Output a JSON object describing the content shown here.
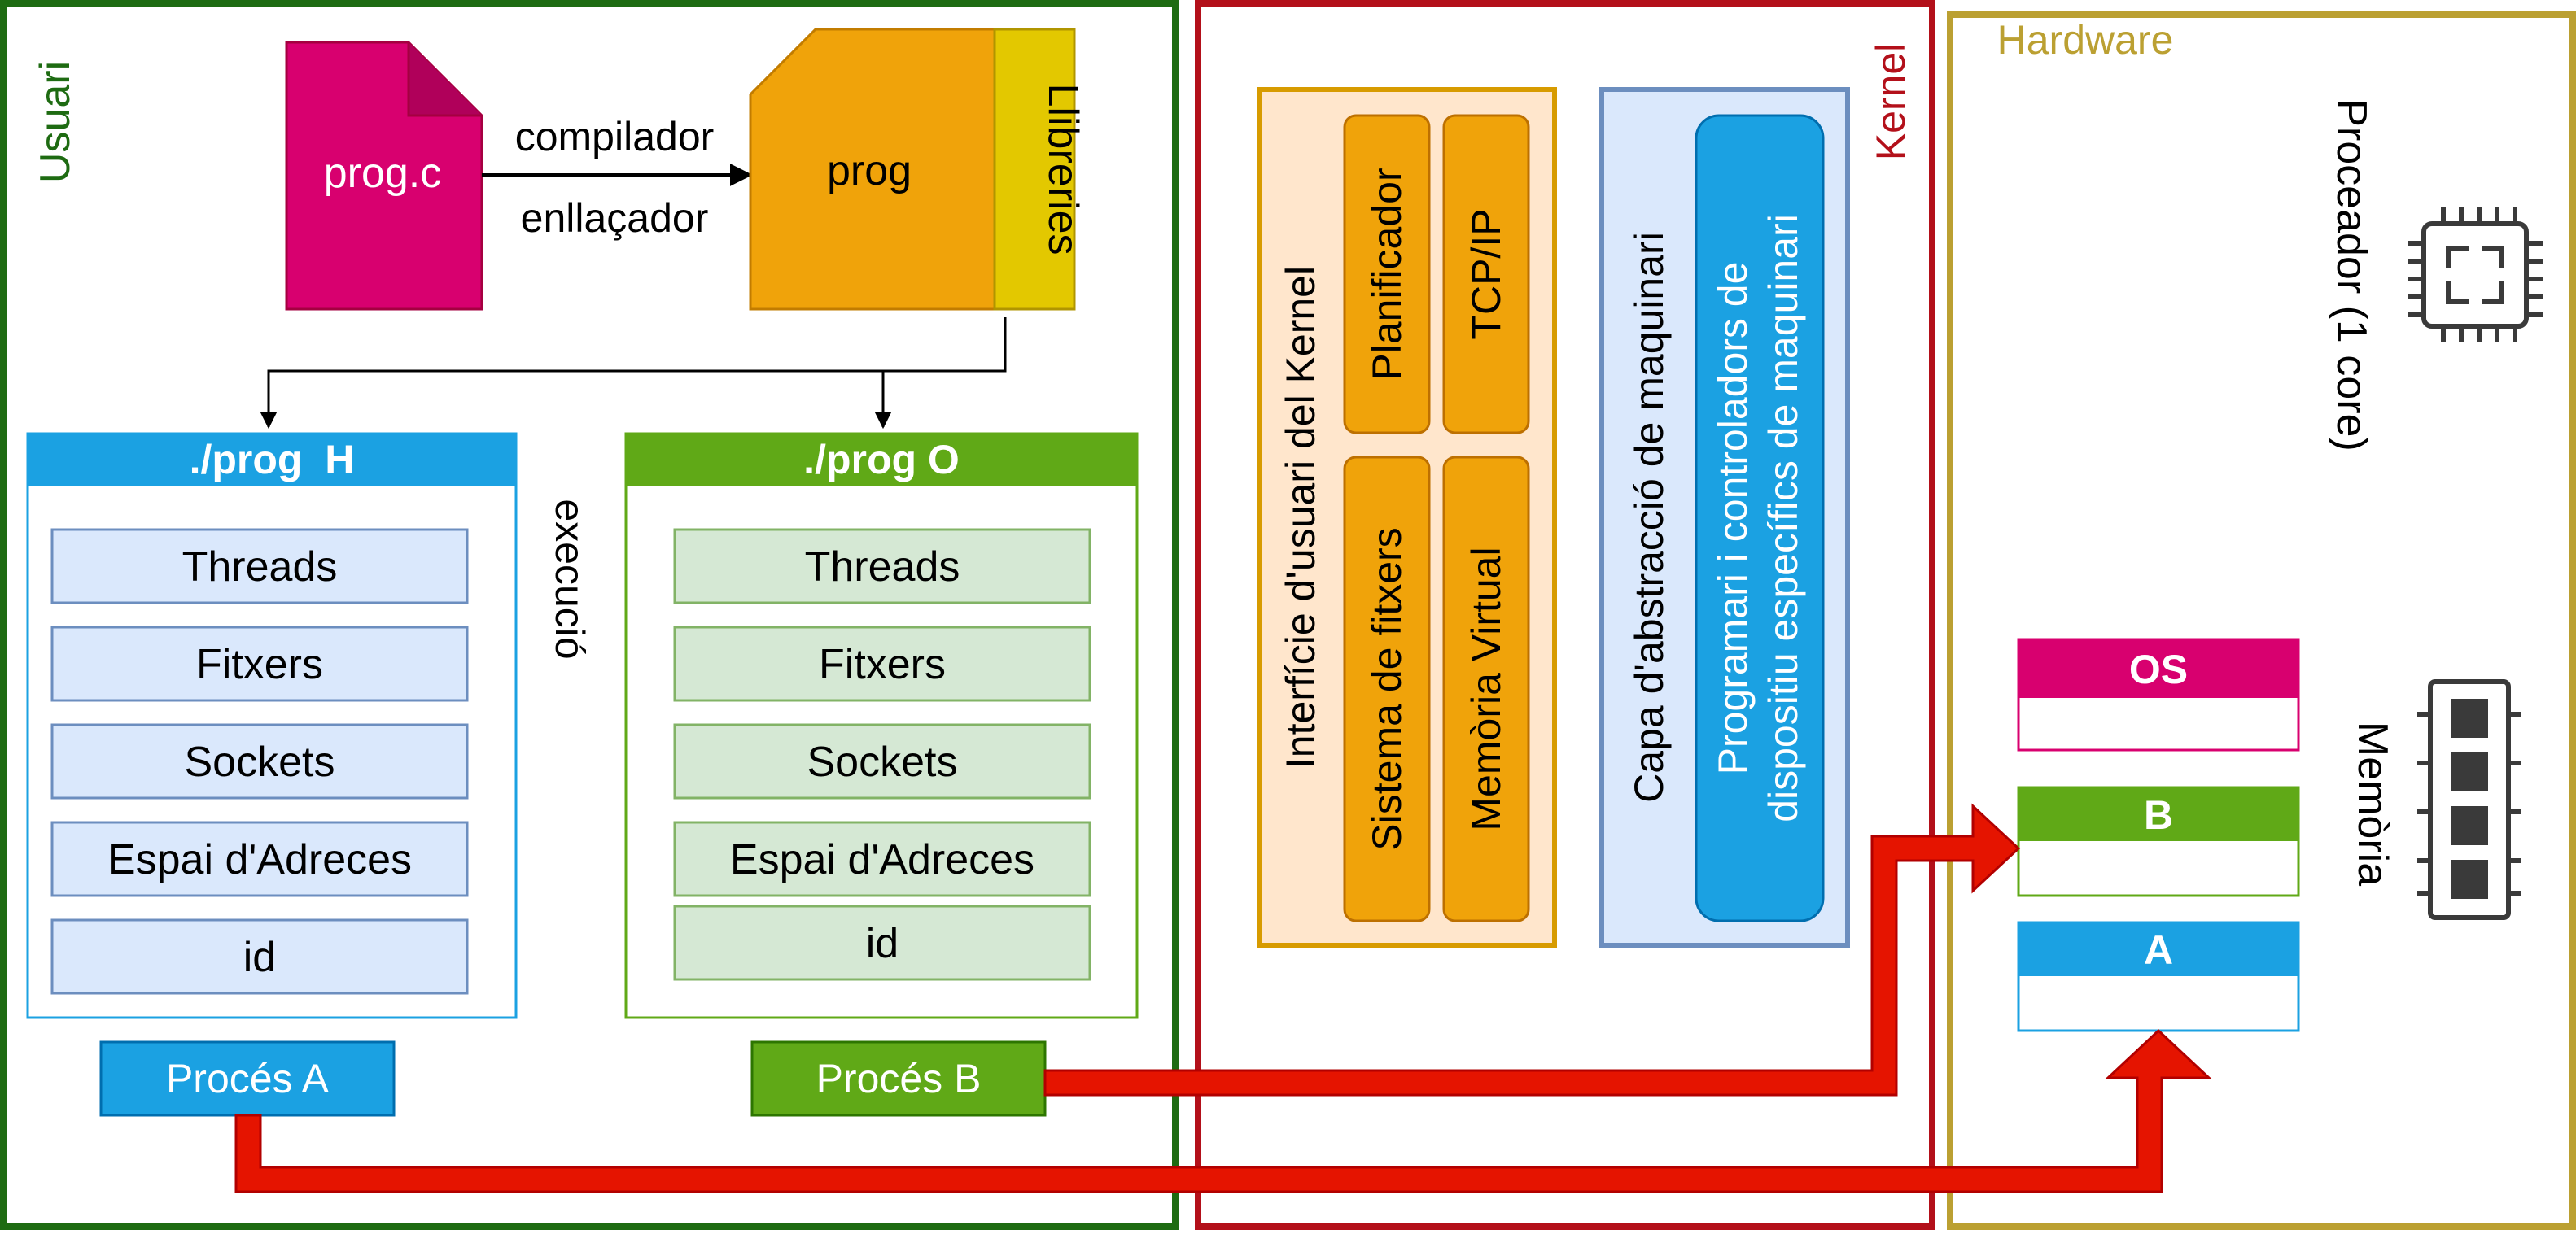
{
  "sections": {
    "user": "Usuari",
    "kernel": "Kernel",
    "hardware": "Hardware"
  },
  "compile": {
    "source": "prog.c",
    "edge_top": "compilador",
    "edge_bottom": "enllaçador",
    "binary": "prog",
    "libraries": "Llibreries"
  },
  "execution_label": "execució",
  "process_h": {
    "title": "./prog  H",
    "items": [
      "Threads",
      "Fitxers",
      "Sockets",
      "Espai d'Adreces",
      "id"
    ],
    "process_label": "Procés A"
  },
  "process_o": {
    "title": "./prog O",
    "items": [
      "Threads",
      "Fitxers",
      "Sockets",
      "Espai d'Adreces",
      "id"
    ],
    "process_label": "Procés B"
  },
  "kernel": {
    "interface": {
      "title": "Interfície d'usuari del Kernel",
      "modules": [
        "Planificador",
        "TCP/IP",
        "Sistema de fitxers",
        "Memòria Virtual"
      ]
    },
    "hal": {
      "title": "Capa d'abstracció de maquinari",
      "drivers_line1": "Programari i controladors de",
      "drivers_line2": "dispositiu específics de maquinari"
    }
  },
  "hardware": {
    "processor": "Proceador (1 core)",
    "memory": "Memòria",
    "memory_blocks": [
      "OS",
      "B",
      "A"
    ]
  },
  "colors": {
    "user_border": "#1e6b12",
    "kernel_border": "#b3101a",
    "hardware_border": "#bba032",
    "source_file": "#d8006f",
    "binary": "#f0a30a",
    "libraries": "#e3c800",
    "blue": "#1ba1e2",
    "green": "#60a917",
    "arrow_red": "#e51400"
  }
}
